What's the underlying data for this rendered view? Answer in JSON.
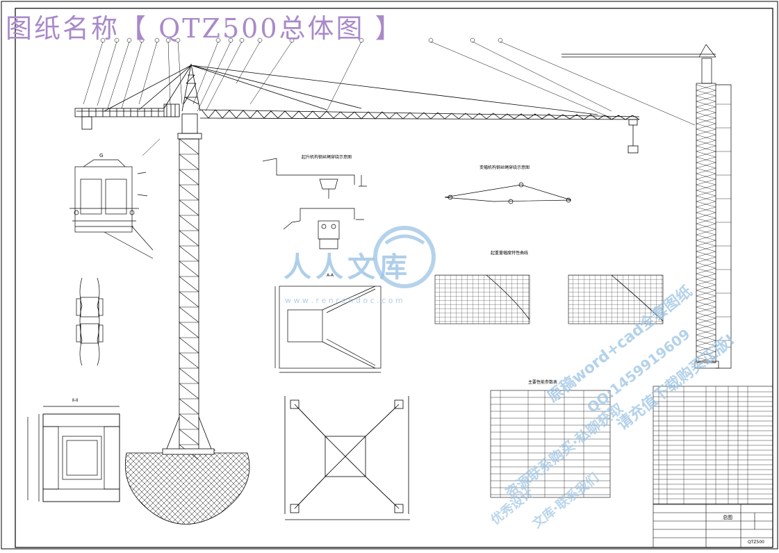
{
  "title": "图纸名称【 QTZ500总体图 】",
  "watermark": {
    "logo_text": "人人文库",
    "site": "w w w . r e n r e n d o c . c o m",
    "promo_1": "原稿word+cad全套图纸",
    "promo_2": "QQ:1459919609",
    "promo_3": "请充值下载购买正版!",
    "promo_4": "资源联系购买·私聊获取",
    "promo_5": "优秀设计",
    "promo_6": "文库·联系我们"
  },
  "views": {
    "view_g": "G",
    "section_view": "Ⅱ-Ⅱ",
    "base_view": "A-A",
    "chart_title": "起重量幅度特性曲线",
    "detail_title_1": "变幅机构钢丝绳穿绕示意图",
    "detail_title_2": "起升机构钢丝绳穿绕示意图",
    "params_title": "主要性能参数表",
    "drawing_name": "总图",
    "drawing_code": "QTZ500"
  },
  "colors": {
    "title": "#a98ac9",
    "watermark": "#9cc4e4",
    "ink": "#000000"
  }
}
